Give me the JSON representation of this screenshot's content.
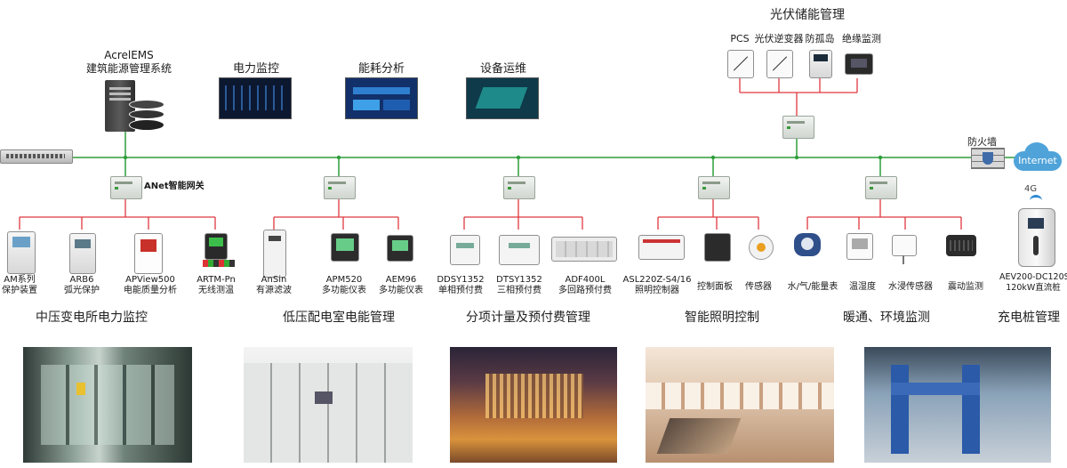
{
  "system": {
    "line1": "AcrelEMS",
    "line2": "建筑能源管理系统"
  },
  "screens": [
    {
      "label": "电力监控"
    },
    {
      "label": "能耗分析"
    },
    {
      "label": "设备运维"
    }
  ],
  "pv": {
    "title": "光伏储能管理",
    "items": [
      "PCS",
      "光伏逆变器",
      "防孤岛",
      "绝缘监测"
    ]
  },
  "gateway_label": "ANet智能网关",
  "firewall_label": "防火墙",
  "internet_label": "Internet",
  "signal_label": "4G",
  "devices": [
    {
      "l1": "AM系列",
      "l2": "保护装置"
    },
    {
      "l1": "ARB6",
      "l2": "弧光保护"
    },
    {
      "l1": "APView500",
      "l2": "电能质量分析"
    },
    {
      "l1": "ARTM-Pn",
      "l2": "无线测温"
    },
    {
      "l1": "AnSin",
      "l2": "有源滤波"
    },
    {
      "l1": "APM520",
      "l2": "多功能仪表"
    },
    {
      "l1": "AEM96",
      "l2": "多功能仪表"
    },
    {
      "l1": "DDSY1352",
      "l2": "单相预付费"
    },
    {
      "l1": "DTSY1352",
      "l2": "三相预付费"
    },
    {
      "l1": "ADF400L",
      "l2": "多回路预付费"
    },
    {
      "l1": "ASL220Z-S4/16",
      "l2": "照明控制器"
    },
    {
      "l1": "控制面板",
      "l2": ""
    },
    {
      "l1": "传感器",
      "l2": ""
    },
    {
      "l1": "水/气/能量表",
      "l2": ""
    },
    {
      "l1": "温湿度",
      "l2": ""
    },
    {
      "l1": "水浸传感器",
      "l2": ""
    },
    {
      "l1": "震动监测",
      "l2": ""
    },
    {
      "l1": "AEV200-DC120S",
      "l2": "120kW直流桩"
    }
  ],
  "categories": [
    "中压变电所电力监控",
    "低压配电室电能管理",
    "分项计量及预付费管理",
    "智能照明控制",
    "暖通、环境监测",
    "充电桩管理"
  ],
  "colors": {
    "bus": "#2e9e3a",
    "branch": "#e0373f",
    "cloud": "#4fa3d9"
  }
}
